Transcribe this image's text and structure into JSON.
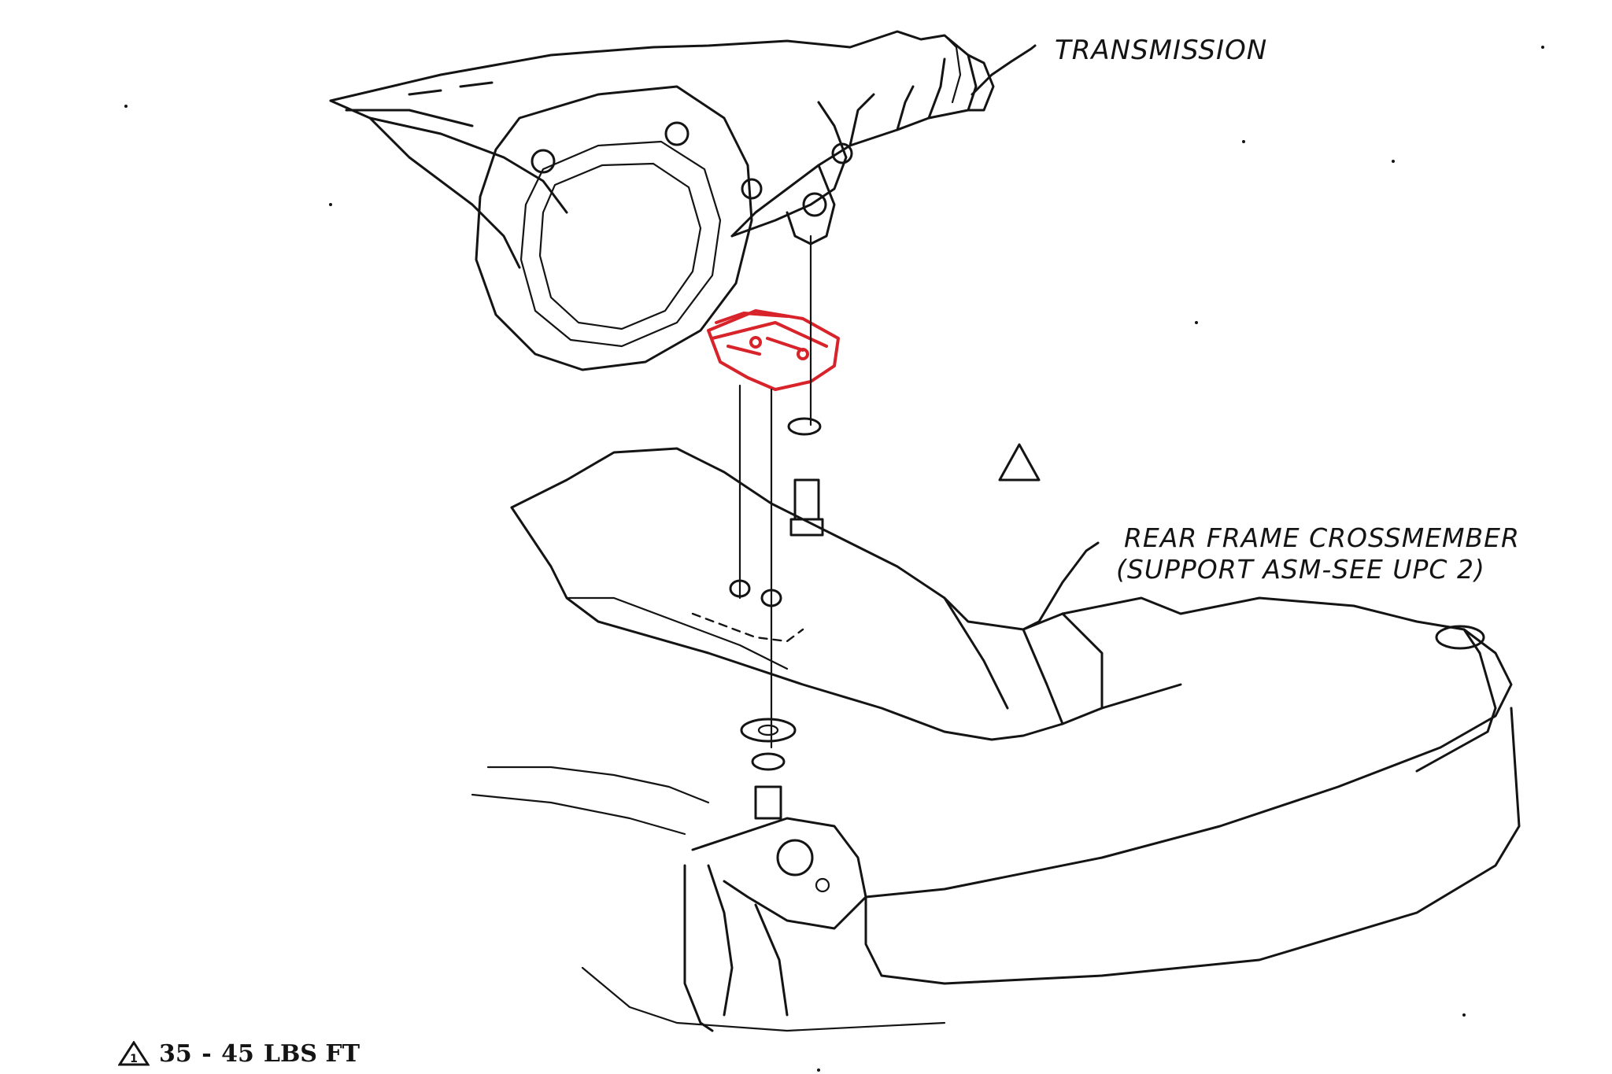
{
  "labels": {
    "transmission": "TRANSMISSION",
    "crossmember_line1": "REAR FRAME CROSSMEMBER",
    "crossmember_line2": "(SUPPORT ASM-SEE UPC 2)"
  },
  "torque_note": {
    "callout_number": "1",
    "value": "35 - 45",
    "unit": "LBS FT"
  },
  "colors": {
    "ink": "#141414",
    "highlight": "#d8232a",
    "paper": "#ffffff"
  }
}
